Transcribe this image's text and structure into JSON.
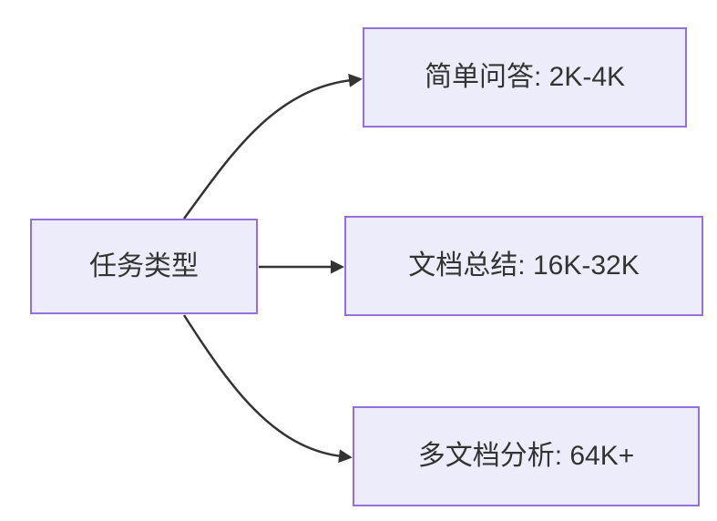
{
  "diagram": {
    "type": "flowchart",
    "root": {
      "label": "任务类型"
    },
    "branches": [
      {
        "label": "简单问答: 2K-4K"
      },
      {
        "label": "文档总结: 16K-32K"
      },
      {
        "label": "多文档分析: 64K+"
      }
    ],
    "edges": [
      {
        "from": "任务类型",
        "to": "简单问答: 2K-4K"
      },
      {
        "from": "任务类型",
        "to": "文档总结: 16K-32K"
      },
      {
        "from": "任务类型",
        "to": "多文档分析: 64K+"
      }
    ],
    "colors": {
      "node_fill": "#ECECFB",
      "node_border": "#9370DB",
      "edge": "#333333",
      "text": "#333333",
      "background": "#FFFFFF"
    }
  }
}
